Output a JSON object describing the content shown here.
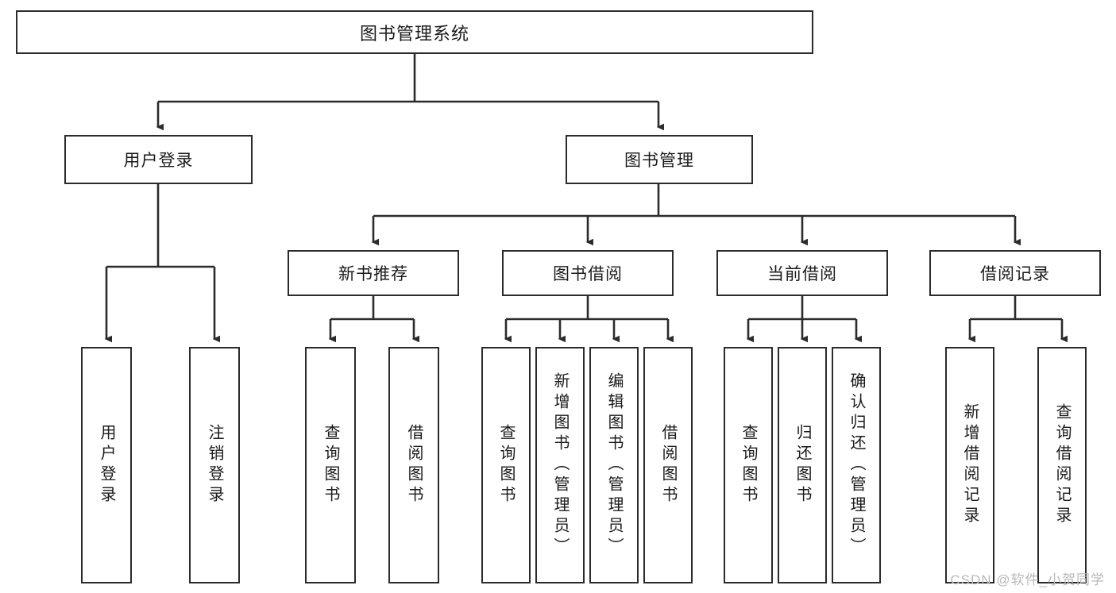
{
  "diagram": {
    "type": "tree-hierarchy",
    "title_node": {
      "id": "root",
      "label": "图书管理系统"
    },
    "level2": [
      {
        "id": "login",
        "label": "用户登录"
      },
      {
        "id": "bookmgmt",
        "label": "图书管理"
      }
    ],
    "level3": [
      {
        "id": "newbook",
        "label": "新书推荐"
      },
      {
        "id": "borrow",
        "label": "图书借阅"
      },
      {
        "id": "current",
        "label": "当前借阅"
      },
      {
        "id": "record",
        "label": "借阅记录"
      }
    ],
    "leaves": [
      {
        "id": "leaf-user-login",
        "label": "用户登录",
        "parent": "login"
      },
      {
        "id": "leaf-user-logout",
        "label": "注销登录",
        "parent": "login"
      },
      {
        "id": "leaf-query-book-1",
        "label": "查询图书",
        "parent": "newbook"
      },
      {
        "id": "leaf-borrow-book-1",
        "label": "借阅图书",
        "parent": "newbook"
      },
      {
        "id": "leaf-query-book-2",
        "label": "查询图书",
        "parent": "borrow"
      },
      {
        "id": "leaf-add-book",
        "label": "新增图书（管理员）",
        "parent": "borrow"
      },
      {
        "id": "leaf-edit-book",
        "label": "编辑图书（管理员）",
        "parent": "borrow"
      },
      {
        "id": "leaf-borrow-book-2",
        "label": "借阅图书",
        "parent": "borrow"
      },
      {
        "id": "leaf-query-book-3",
        "label": "查询图书",
        "parent": "current"
      },
      {
        "id": "leaf-return-book",
        "label": "归还图书",
        "parent": "current"
      },
      {
        "id": "leaf-confirm-return",
        "label": "确认归还（管理员）",
        "parent": "current"
      },
      {
        "id": "leaf-add-record",
        "label": "新增借阅记录",
        "parent": "record"
      },
      {
        "id": "leaf-query-record",
        "label": "查询借阅记录",
        "parent": "record"
      }
    ],
    "colors": {
      "stroke": "#2b2b2b",
      "fill": "#ffffff",
      "text": "#1b1b1b",
      "watermark": "#b9b9b9"
    }
  },
  "watermark": {
    "text": "CSDN @软件_小贺同学"
  }
}
